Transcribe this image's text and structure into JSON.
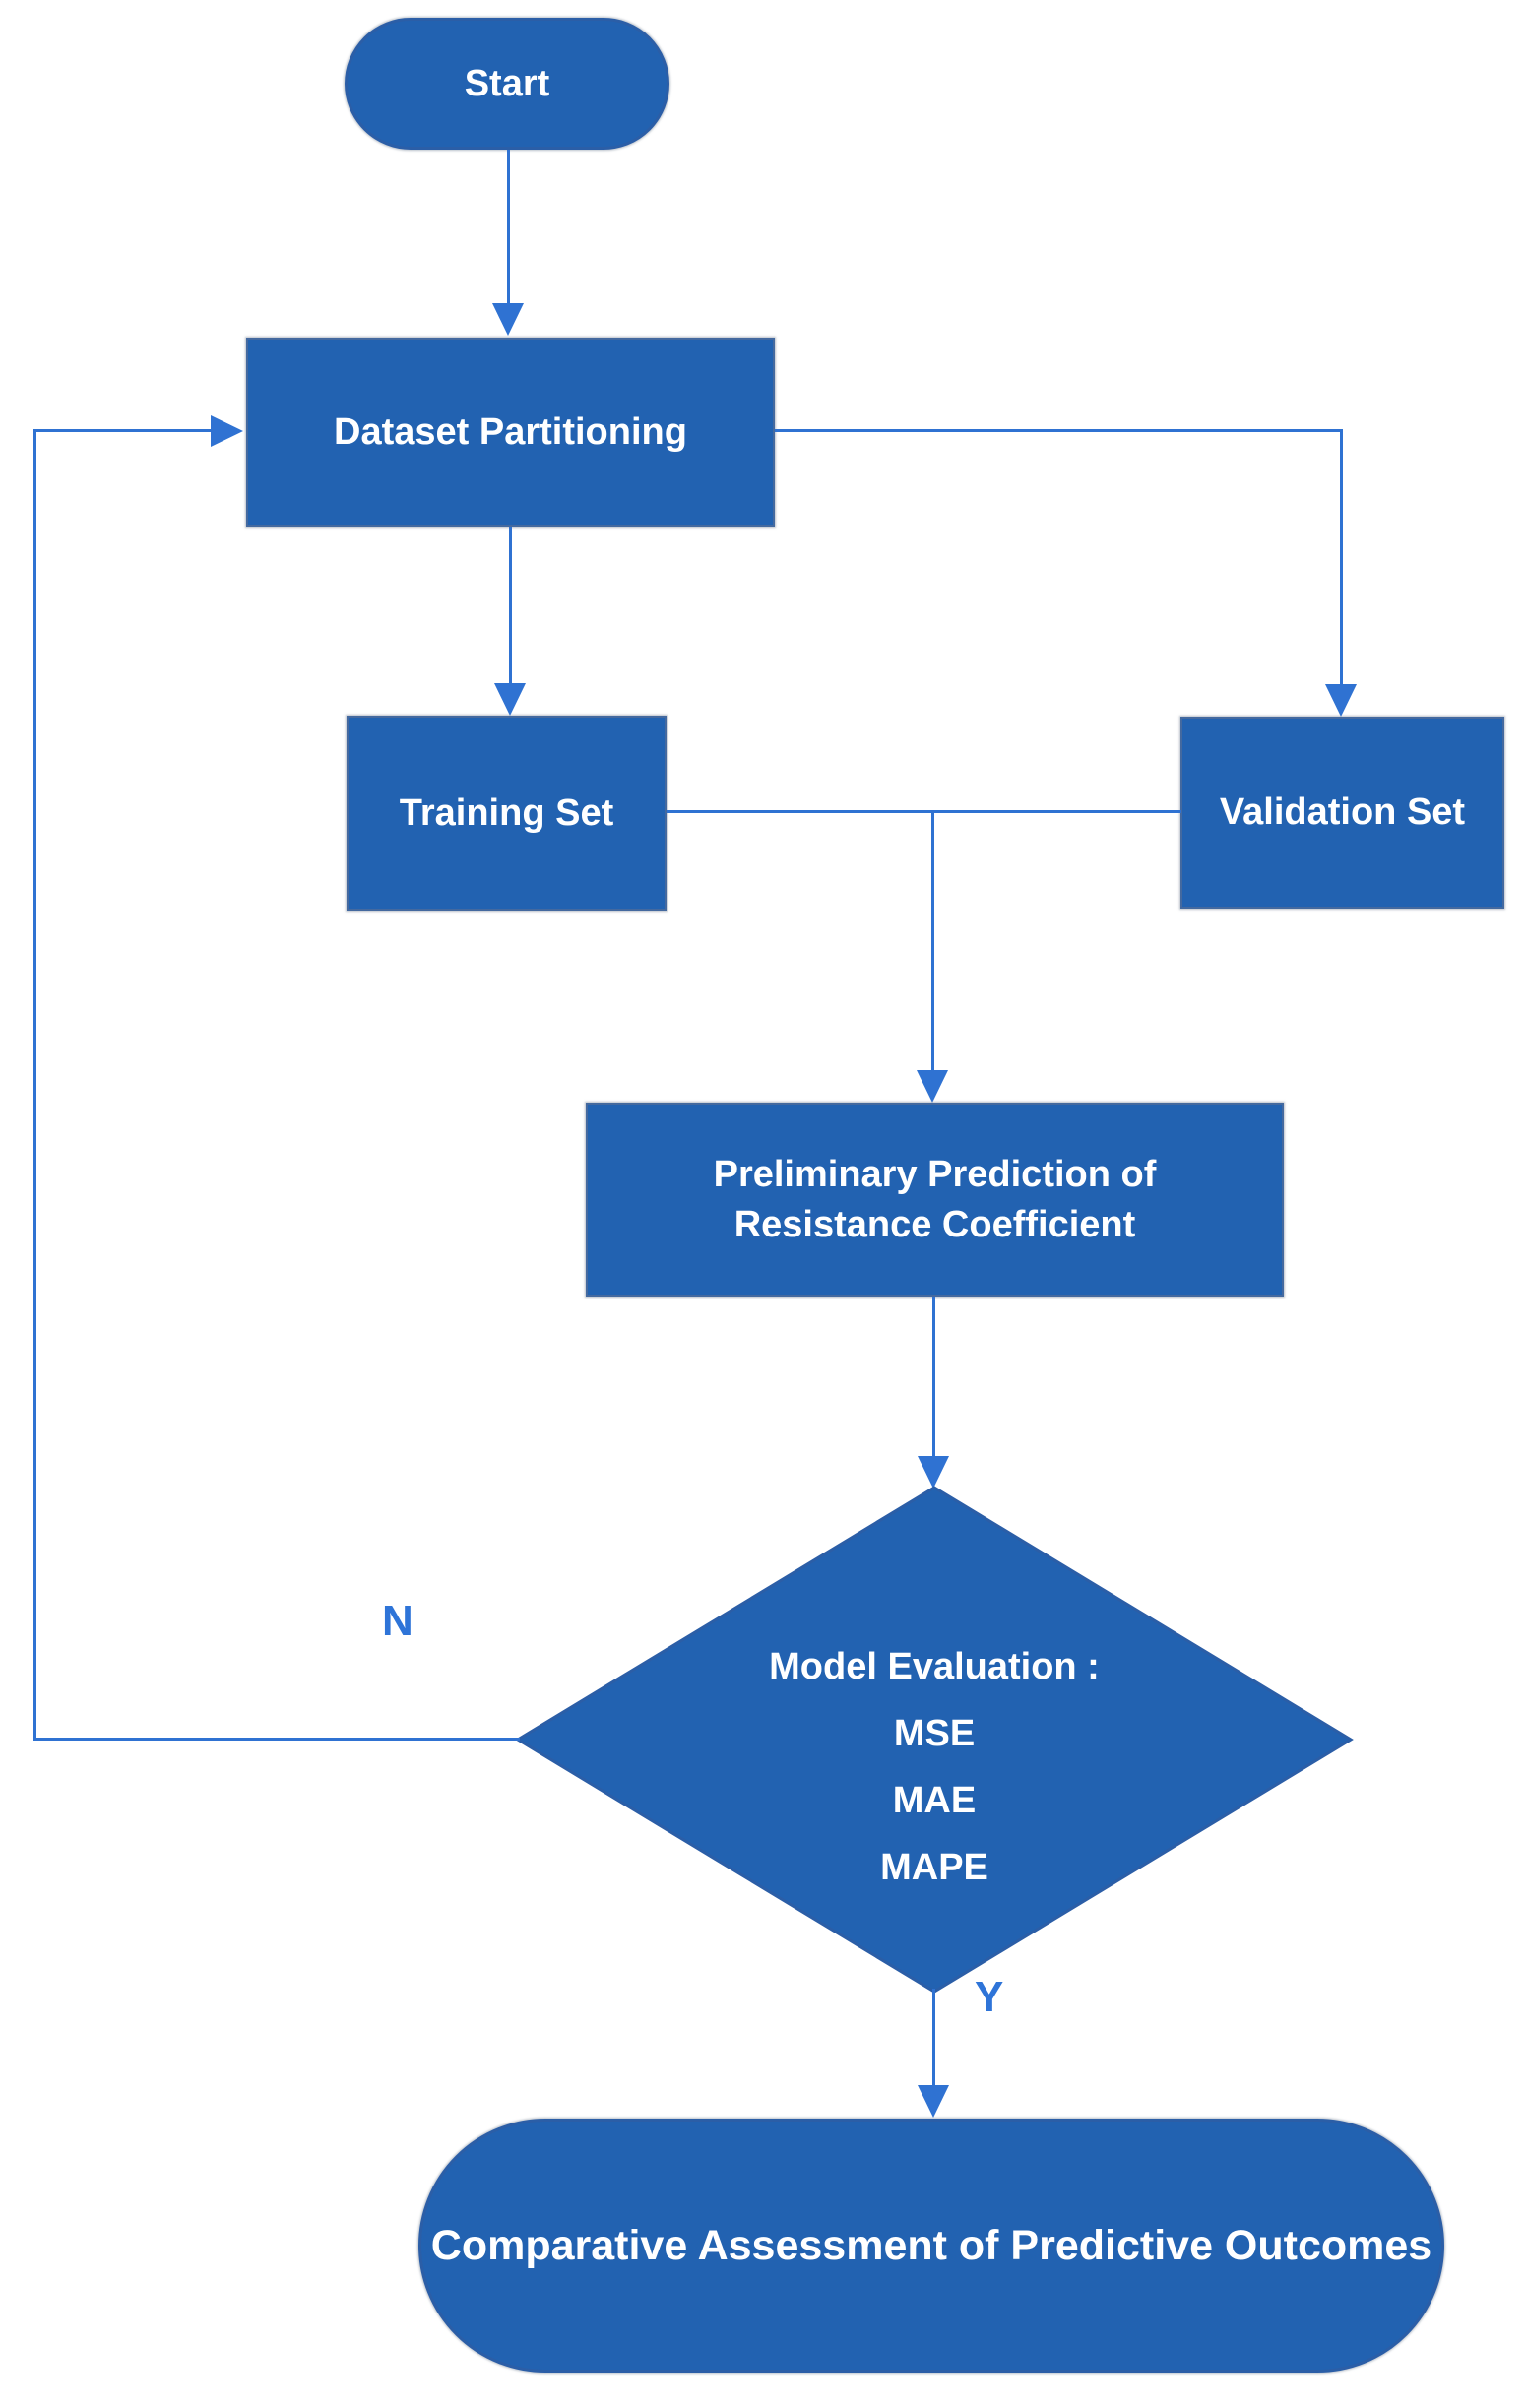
{
  "diagram": {
    "type": "flowchart",
    "nodes": {
      "start": {
        "label": "Start",
        "shape": "rounded"
      },
      "dataset_partitioning": {
        "label": "Dataset Partitioning",
        "shape": "rect"
      },
      "training_set": {
        "label": "Training Set",
        "shape": "rect"
      },
      "validation_set": {
        "label": "Validation Set",
        "shape": "rect"
      },
      "preliminary_prediction": {
        "label_line1": "Preliminary Prediction of",
        "label_line2": "Resistance Coefficient",
        "shape": "rect"
      },
      "model_evaluation": {
        "title": "Model Evaluation :",
        "metrics": [
          "MSE",
          "MAE",
          "MAPE"
        ],
        "shape": "diamond"
      },
      "comparative_assessment": {
        "label": "Comparative Assessment of Predictive Outcomes",
        "shape": "rounded"
      }
    },
    "edges": [
      {
        "from": "start",
        "to": "dataset_partitioning",
        "label": ""
      },
      {
        "from": "dataset_partitioning",
        "to": "training_set",
        "label": ""
      },
      {
        "from": "dataset_partitioning",
        "to": "validation_set",
        "label": ""
      },
      {
        "from": "training_set",
        "to": "preliminary_prediction",
        "label": ""
      },
      {
        "from": "validation_set",
        "to": "preliminary_prediction",
        "label": ""
      },
      {
        "from": "preliminary_prediction",
        "to": "model_evaluation",
        "label": ""
      },
      {
        "from": "model_evaluation",
        "to": "dataset_partitioning",
        "label": "N"
      },
      {
        "from": "model_evaluation",
        "to": "comparative_assessment",
        "label": "Y"
      }
    ],
    "edge_labels": {
      "no": "N",
      "yes": "Y"
    },
    "colors": {
      "node_fill": "#2262b1",
      "node_border": "#44699f",
      "connector": "#2f72d2",
      "edge_label_text": "#2e74d8",
      "node_text": "#ffffff",
      "background": "#ffffff"
    }
  }
}
